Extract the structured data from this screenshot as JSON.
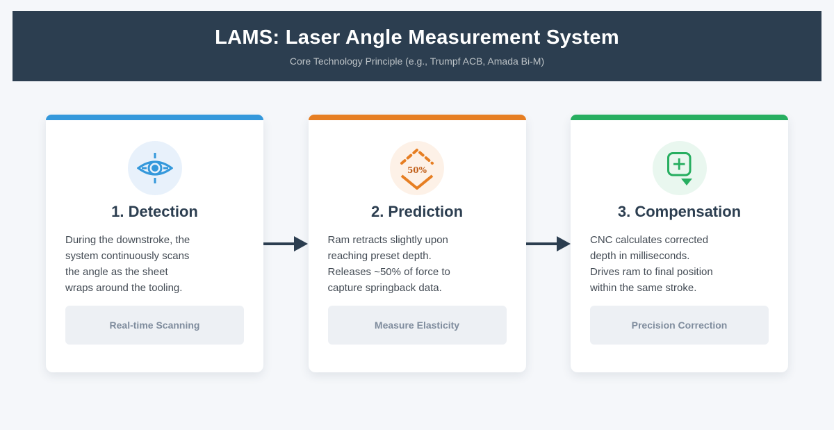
{
  "page": {
    "background": "#f5f7fa"
  },
  "header": {
    "background": "#2c3e50",
    "title": "LAMS: Laser Angle Measurement System",
    "subtitle": "Core Technology Principle (e.g., Trumpf ACB, Amada Bi-M)"
  },
  "arrow": {
    "color": "#2c3e50"
  },
  "cards": [
    {
      "accent_color": "#3498db",
      "icon": "eye-target-icon",
      "icon_bg": "#e8f1fb",
      "title": "1. Detection",
      "body": "During the downstroke, the\nsystem continuously scans\nthe angle as the sheet\nwraps around the tooling.",
      "badge": "Real-time Scanning"
    },
    {
      "accent_color": "#e67e22",
      "icon": "springback-chevrons-icon",
      "icon_bg": "#fdf1e7",
      "icon_text": "50%",
      "title": "2. Prediction",
      "body": "Ram retracts slightly upon\nreaching preset depth.\nReleases ~50% of force to\ncapture springback data.",
      "badge": "Measure Elasticity"
    },
    {
      "accent_color": "#27ae60",
      "icon": "plus-square-correction-icon",
      "icon_bg": "#e9f7ef",
      "title": "3. Compensation",
      "body": "CNC calculates corrected\ndepth in milliseconds.\nDrives ram to final position\nwithin the same stroke.",
      "badge": "Precision Correction"
    }
  ]
}
